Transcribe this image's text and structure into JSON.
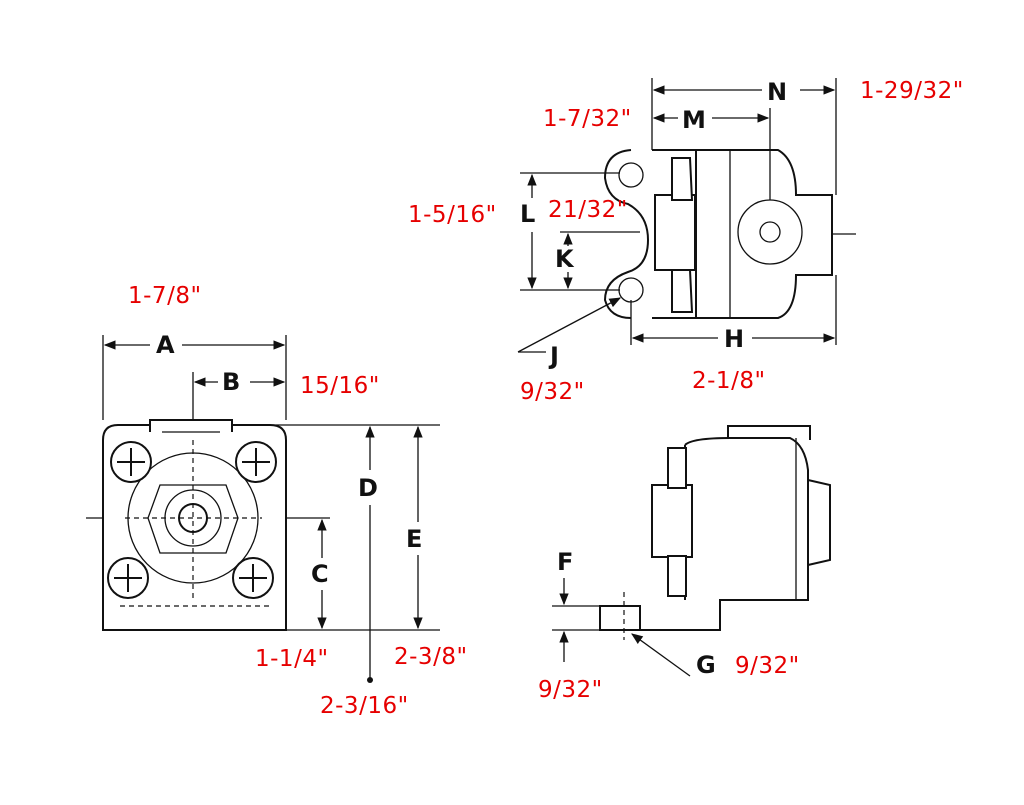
{
  "letters": {
    "A": "A",
    "B": "B",
    "C": "C",
    "D": "D",
    "E": "E",
    "F": "F",
    "G": "G",
    "H": "H",
    "J": "J",
    "K": "K",
    "L": "L",
    "M": "M",
    "N": "N"
  },
  "dimensions": {
    "A": "1-7/8\"",
    "B": "15/16\"",
    "C": "1-1/4\"",
    "D": "2-3/16\"",
    "E": "2-3/8\"",
    "F": "9/32\"",
    "G": "9/32\"",
    "H": "2-1/8\"",
    "J": "9/32\"",
    "K": "21/32\"",
    "L": "1-5/16\"",
    "M": "1-7/32\"",
    "N": "1-29/32\""
  },
  "colors": {
    "line": "#111111",
    "dimension_text": "#e60000"
  }
}
